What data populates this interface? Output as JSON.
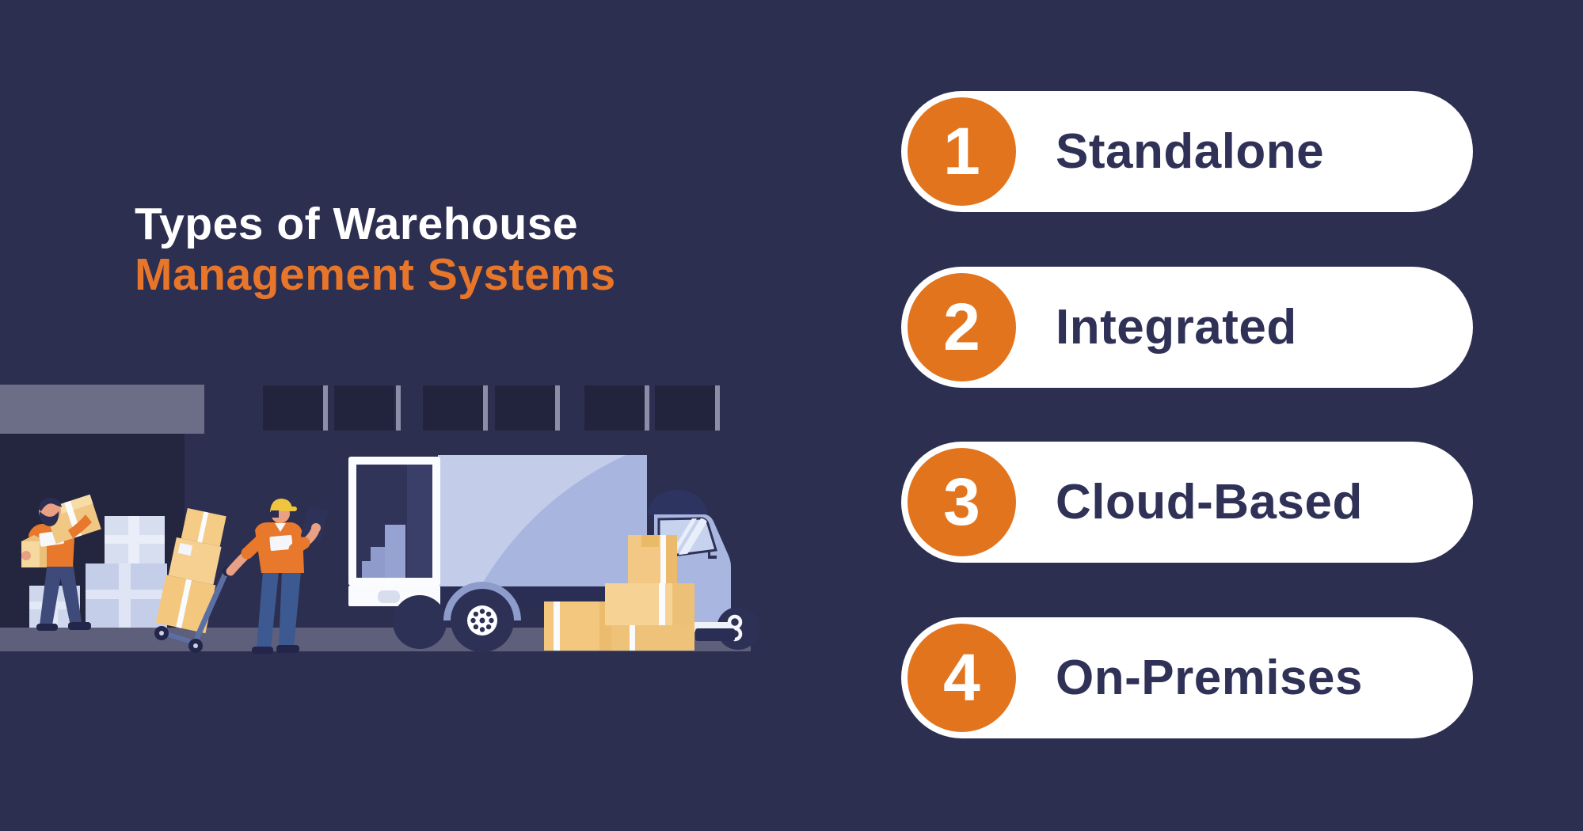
{
  "title": {
    "line1": "Types of Warehouse",
    "line2": "Management Systems"
  },
  "wms_types": [
    {
      "number": "1",
      "label": "Standalone"
    },
    {
      "number": "2",
      "label": "Integrated"
    },
    {
      "number": "3",
      "label": "Cloud-Based"
    },
    {
      "number": "4",
      "label": "On-Premises"
    }
  ],
  "colors": {
    "background": "#2D2F51",
    "accent_orange": "#E8762A",
    "number_circle_orange": "#E2741E",
    "pill_background": "#FFFFFF",
    "pill_text": "#2F3156",
    "title_line1": "#FFFFFF",
    "title_line2": "#E8762A",
    "warehouse_door": "#24263F",
    "awning_gray": "#6B6E86",
    "ground_gray": "#5D5F7B",
    "truck_body": "#A8B5DF",
    "truck_highlight": "#C3CDEA",
    "cardboard_tan": "#F3C885",
    "crate_light_blue": "#C5CEE9",
    "worker_skin": "#E9A083",
    "cap_yellow": "#EFC43F",
    "jeans_blue": "#3D5991"
  },
  "illustration": {
    "name": "warehouse-loading-scene",
    "elements": [
      "warehouse-awning",
      "warehouse-door",
      "warehouse-windows",
      "loading-dock-ground",
      "crate-stack",
      "worker-carrying-box",
      "hand-truck-with-boxes",
      "worker-with-tablet",
      "box-truck",
      "cardboard-box-stack"
    ]
  }
}
